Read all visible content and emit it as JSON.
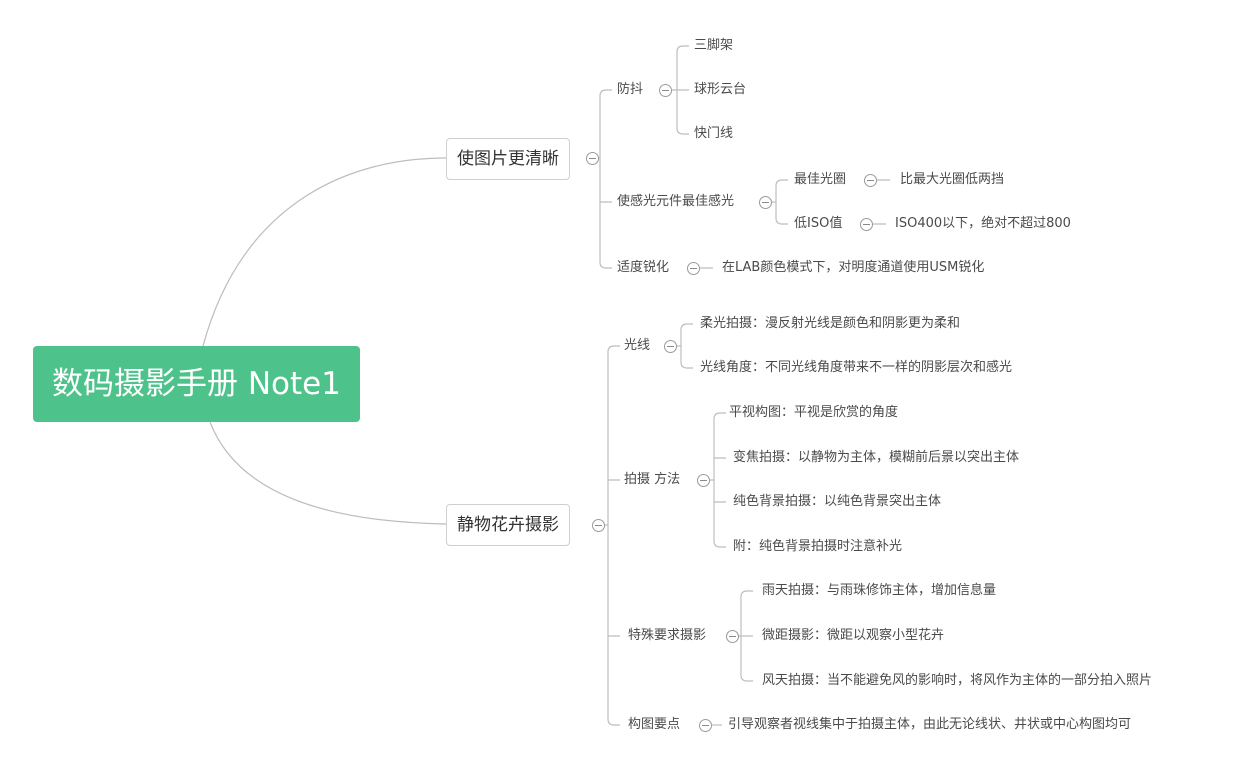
{
  "root": {
    "title": "数码摄影手册 Note1"
  },
  "branches": [
    {
      "label": "使图片更清晰",
      "children": [
        {
          "label": "防抖",
          "children": [
            "三脚架",
            "球形云台",
            "快门线"
          ]
        },
        {
          "label": "使感光元件最佳感光",
          "children": [
            {
              "label": "最佳光圈",
              "detail": "比最大光圈低两挡"
            },
            {
              "label": "低ISO值",
              "detail": "ISO400以下，绝对不超过800"
            }
          ]
        },
        {
          "label": "适度锐化",
          "detail": "在LAB颜色模式下，对明度通道使用USM锐化"
        }
      ]
    },
    {
      "label": "静物花卉摄影",
      "children": [
        {
          "label": "光线",
          "children": [
            "柔光拍摄：漫反射光线是颜色和阴影更为柔和",
            "光线角度：不同光线角度带来不一样的阴影层次和感光"
          ]
        },
        {
          "label": "拍摄 方法",
          "children": [
            "平视构图：平视是欣赏的角度",
            "变焦拍摄：以静物为主体，模糊前后景以突出主体",
            "纯色背景拍摄：以纯色背景突出主体",
            "附：纯色背景拍摄时注意补光"
          ]
        },
        {
          "label": "特殊要求摄影",
          "children": [
            "雨天拍摄：与雨珠修饰主体，增加信息量",
            "微距摄影：微距以观察小型花卉",
            "风天拍摄：当不能避免风的影响时，将风作为主体的一部分拍入照片"
          ]
        },
        {
          "label": "构图要点",
          "detail": "引导观察者视线集中于拍摄主体，由此无论线状、井状或中心构图均可"
        }
      ]
    }
  ]
}
